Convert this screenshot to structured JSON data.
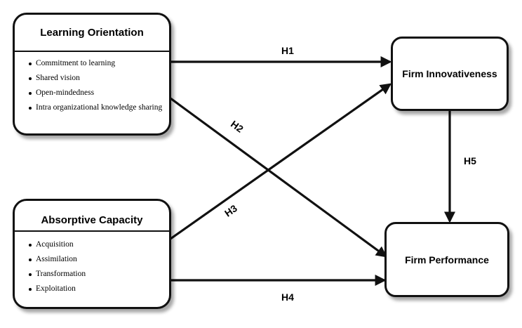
{
  "learning_orientation": {
    "title": "Learning Orientation",
    "items": [
      "Commitment to learning",
      "Shared vision",
      "Open-mindedness",
      "Intra organizational knowledge sharing"
    ]
  },
  "absorptive_capacity": {
    "title": "Absorptive Capacity",
    "items": [
      "Acquisition",
      "Assimilation",
      "Transformation",
      "Exploitation"
    ]
  },
  "firm_innovativeness": {
    "title": "Firm Innovativeness"
  },
  "firm_performance": {
    "title": "Firm Performance"
  },
  "hypotheses": {
    "h1": "H1",
    "h2": "H2",
    "h3": "H3",
    "h4": "H4",
    "h5": "H5"
  }
}
